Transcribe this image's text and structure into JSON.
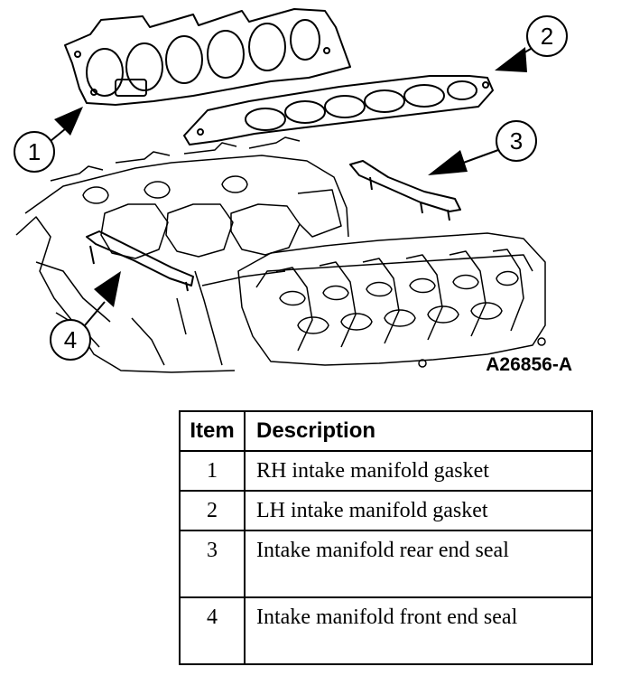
{
  "figure": {
    "id": "A26856-A",
    "callouts": [
      "1",
      "2",
      "3",
      "4"
    ]
  },
  "table": {
    "headers": [
      "Item",
      "Description"
    ],
    "rows": [
      {
        "item": "1",
        "description": "RH intake manifold gasket"
      },
      {
        "item": "2",
        "description": "LH intake manifold gasket"
      },
      {
        "item": "3",
        "description": "Intake manifold rear end seal"
      },
      {
        "item": "4",
        "description": "Intake manifold front end seal"
      }
    ]
  }
}
